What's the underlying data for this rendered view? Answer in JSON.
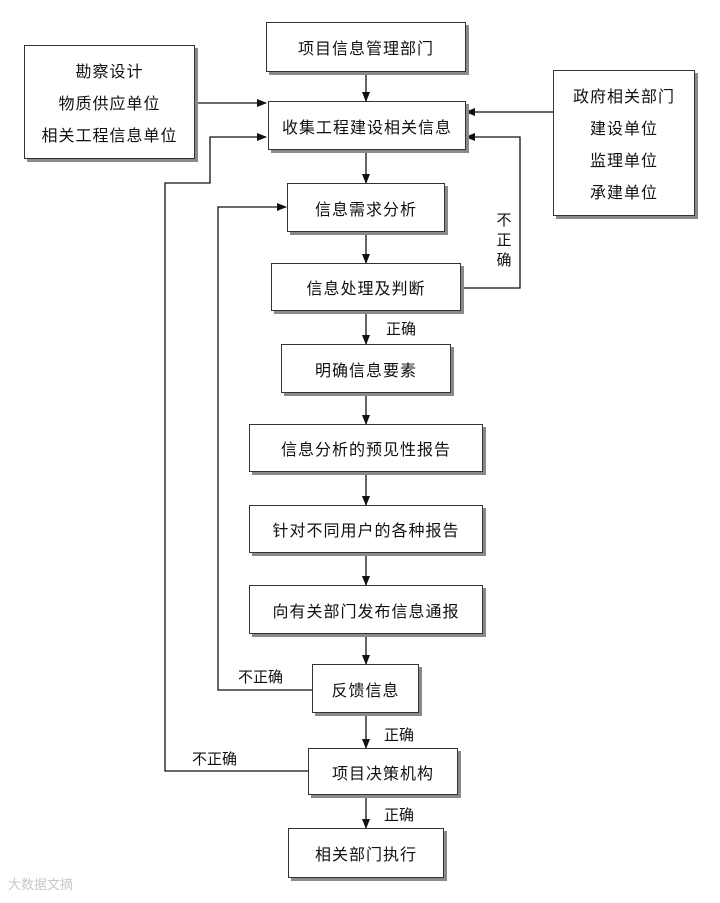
{
  "nodes": {
    "dept": "项目信息管理部门",
    "collect": "收集工程建设相关信息",
    "demand": "信息需求分析",
    "process": "信息处理及判断",
    "clarify": "明确信息要素",
    "forecast": "信息分析的预见性报告",
    "reports": "针对不同用户的各种报告",
    "publish": "向有关部门发布信息通报",
    "feedback": "反馈信息",
    "decision": "项目决策机构",
    "execute": "相关部门执行"
  },
  "left_sources": [
    "勘察设计",
    "物质供应单位",
    "相关工程信息单位"
  ],
  "right_sources": [
    "政府相关部门",
    "建设单位",
    "监理单位",
    "承建单位"
  ],
  "labels": {
    "correct_1": "正确",
    "correct_2": "正确",
    "correct_3": "正确",
    "incorrect_feedback": "不正确",
    "incorrect_decision": "不正确",
    "incorrect_process_chars": [
      "不",
      "正",
      "确"
    ]
  },
  "watermark": "大数据文摘"
}
